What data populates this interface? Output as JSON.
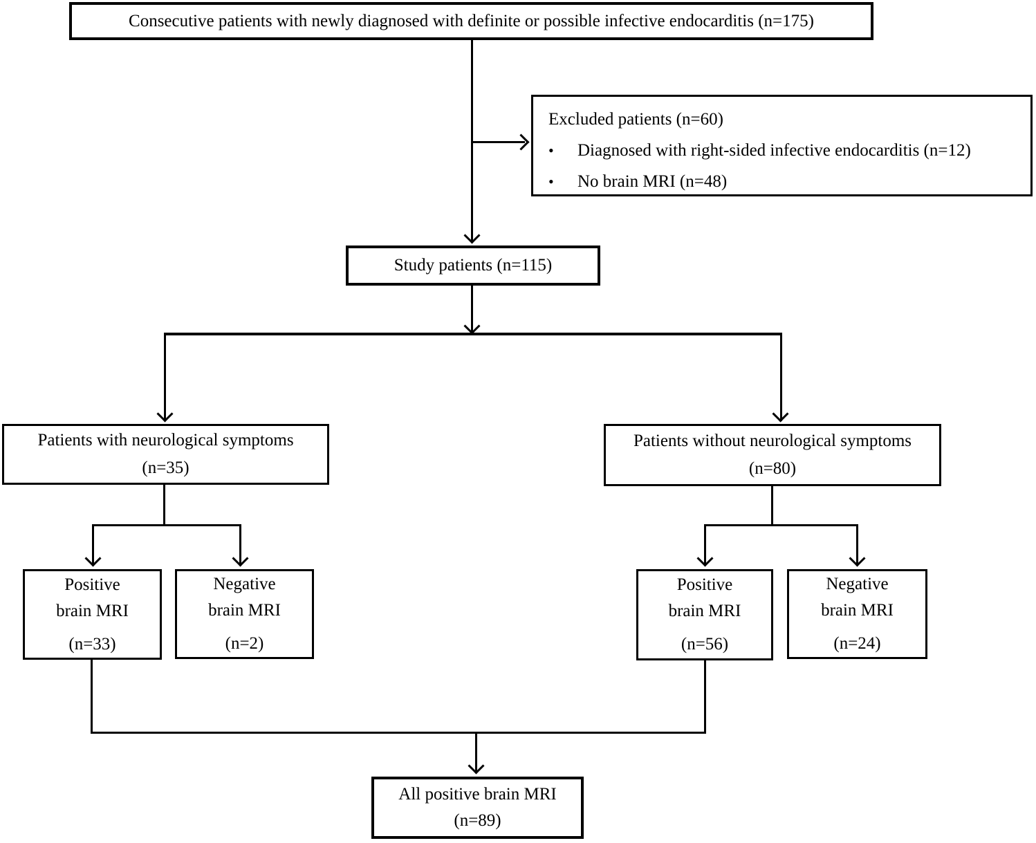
{
  "flowchart": {
    "enrollment": {
      "label": "Consecutive patients with newly diagnosed with definite or possible infective endocarditis (n=175)"
    },
    "excluded": {
      "title": "Excluded patients (n=60)",
      "bullet": "•",
      "items": [
        "Diagnosed with right-sided infective endocarditis (n=12)",
        "No brain MRI (n=48)"
      ]
    },
    "study": {
      "label": "Study patients (n=115)"
    },
    "with_symptoms": {
      "line1": "Patients with neurological symptoms",
      "line2": "(n=35)"
    },
    "without_symptoms": {
      "line1": "Patients without neurological symptoms",
      "line2": "(n=80)"
    },
    "with_symptoms_positive": {
      "line1": "Positive",
      "line2": "brain MRI",
      "line3": "(n=33)"
    },
    "with_symptoms_negative": {
      "line1": "Negative",
      "line2": "brain MRI",
      "line3": "(n=2)"
    },
    "without_symptoms_positive": {
      "line1": "Positive",
      "line2": "brain MRI",
      "line3": "(n=56)"
    },
    "without_symptoms_negative": {
      "line1": "Negative",
      "line2": "brain MRI",
      "line3": "(n=24)"
    },
    "all_positive": {
      "line1": "All positive brain MRI",
      "line2": "(n=89)"
    }
  }
}
